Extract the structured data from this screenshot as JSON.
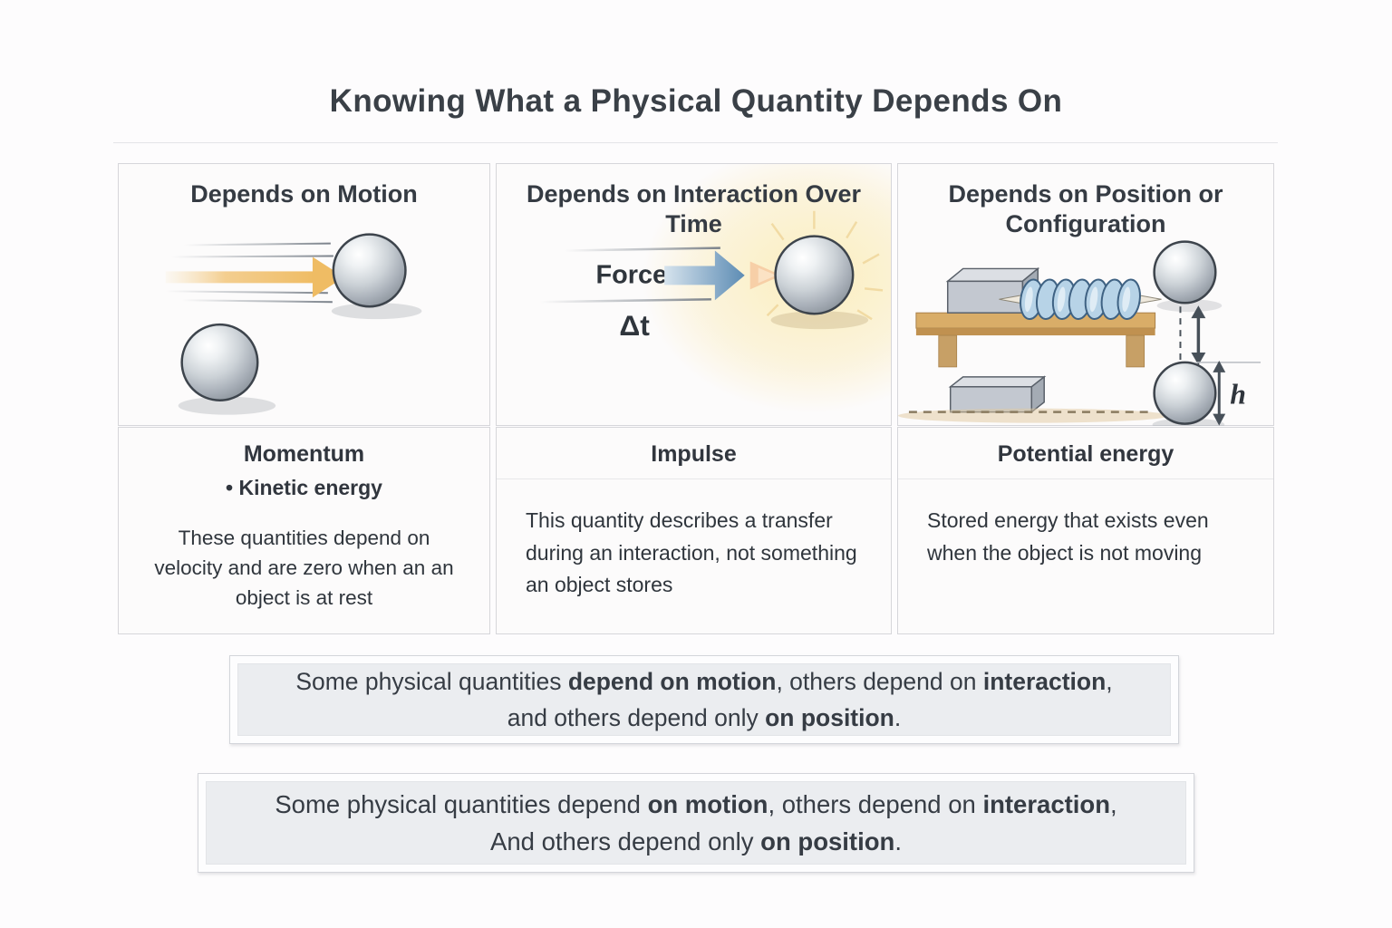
{
  "title": "Knowing What a Physical Quantity Depends On",
  "columns": [
    {
      "header": "Depends on Motion",
      "term": "Momentum",
      "bullet_symbol": "•",
      "bullet_text": "Kinetic energy",
      "description": "These quantities depend on velocity and are zero when an an object is at rest"
    },
    {
      "header": "Depends on Interaction Over Time",
      "force_label": "Force",
      "delta_t_label": "Δt",
      "term": "Impulse",
      "description": "This quantity describes a transfer during an interaction, not something an object stores"
    },
    {
      "header": "Depends on Position or Configuration",
      "height_label": "h",
      "term": "Potential energy",
      "description": "Stored energy that exists even when the object is not moving"
    }
  ],
  "summary_boxes": [
    {
      "lines": [
        [
          {
            "text": "Some physical quantities ",
            "bold": false
          },
          {
            "text": "depend on motion",
            "bold": true
          },
          {
            "text": ", others depend on ",
            "bold": false
          },
          {
            "text": "interaction",
            "bold": true
          },
          {
            "text": ",",
            "bold": false
          }
        ],
        [
          {
            "text": "and others depend only ",
            "bold": false
          },
          {
            "text": "on position",
            "bold": true
          },
          {
            "text": ".",
            "bold": false
          }
        ]
      ]
    },
    {
      "lines": [
        [
          {
            "text": "Some physical quantities depend ",
            "bold": false
          },
          {
            "text": "on motion",
            "bold": true
          },
          {
            "text": ", others depend on ",
            "bold": false
          },
          {
            "text": "interaction",
            "bold": true
          },
          {
            "text": ",",
            "bold": false
          }
        ],
        [
          {
            "text": "And others depend only ",
            "bold": false
          },
          {
            "text": "on position",
            "bold": true
          },
          {
            "text": ".",
            "bold": false
          }
        ]
      ]
    }
  ],
  "colors": {
    "background": "#fdfcfd",
    "card_border": "#d6d6da",
    "text_dark": "#343a42",
    "motion_arrow_orange": "#efbc64",
    "force_arrow_blue": "#5d8cb4",
    "impact_flash_peach": "#f6c9a0",
    "glow_yellow": "#fbeec2",
    "spring_blue": "#b7d3e7",
    "wood_tan": "#d9ad68",
    "block_gray": "#c3c8d0",
    "summary_panel_gray": "#ebedf0"
  }
}
